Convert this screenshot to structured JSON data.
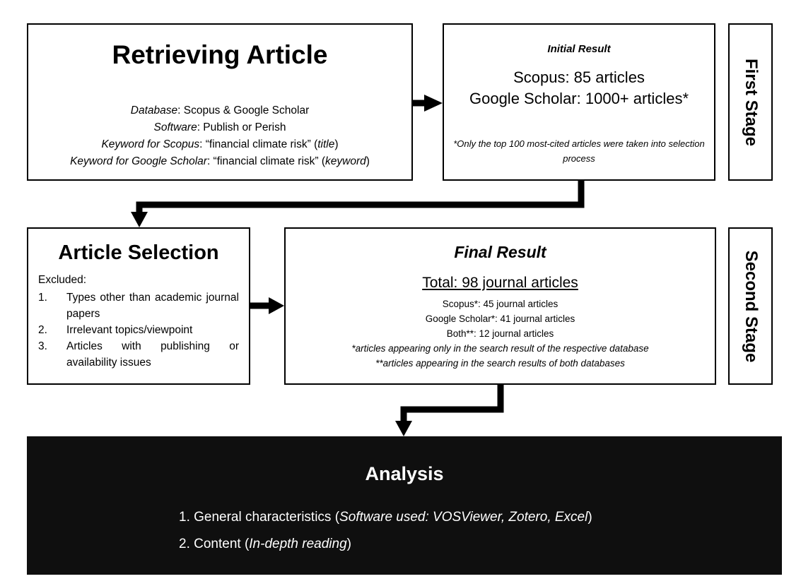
{
  "retrieving": {
    "title": "Retrieving Article",
    "lines": [
      {
        "label": "Database",
        "text": ": Scopus & Google Scholar",
        "paren": ""
      },
      {
        "label": "Software",
        "text": ": Publish or Perish",
        "paren": ""
      },
      {
        "label": "Keyword for Scopus",
        "text": ": “financial climate risk” (",
        "paren": "title"
      },
      {
        "label": "Keyword for Google Scholar",
        "text": ": “financial climate risk” (",
        "paren": "keyword"
      }
    ]
  },
  "initial": {
    "heading": "Initial Result",
    "scopus": "Scopus: 85 articles",
    "google": "Google Scholar: 1000+ articles*",
    "note": "*Only the top 100 most-cited articles were taken into selection process"
  },
  "stages": {
    "first": "First Stage",
    "second": "Second Stage"
  },
  "selection": {
    "title": "Article Selection",
    "excluded": "Excluded:",
    "items": [
      {
        "num": "1.",
        "text": "Types other than academic journal papers"
      },
      {
        "num": "2.",
        "text": "Irrelevant topics/viewpoint"
      },
      {
        "num": "3.",
        "text": "Articles with publishing or availability issues"
      }
    ]
  },
  "final": {
    "title": "Final Result",
    "total": "Total: 98 journal articles",
    "scopus": "Scopus*: 45 journal articles",
    "google": "Google Scholar*: 41 journal articles",
    "both": "Both**: 12 journal articles",
    "note1": "*articles appearing only in the search result of the respective database",
    "note2": "**articles appearing in the search results of both databases"
  },
  "analysis": {
    "title": "Analysis",
    "item1_prefix": "1. General characteristics (",
    "item1_italic": "Software used: VOSViewer, Zotero, Excel",
    "item1_suffix": ")",
    "item2_prefix": "2. Content (",
    "item2_italic": "In-depth reading",
    "item2_suffix": ")"
  }
}
